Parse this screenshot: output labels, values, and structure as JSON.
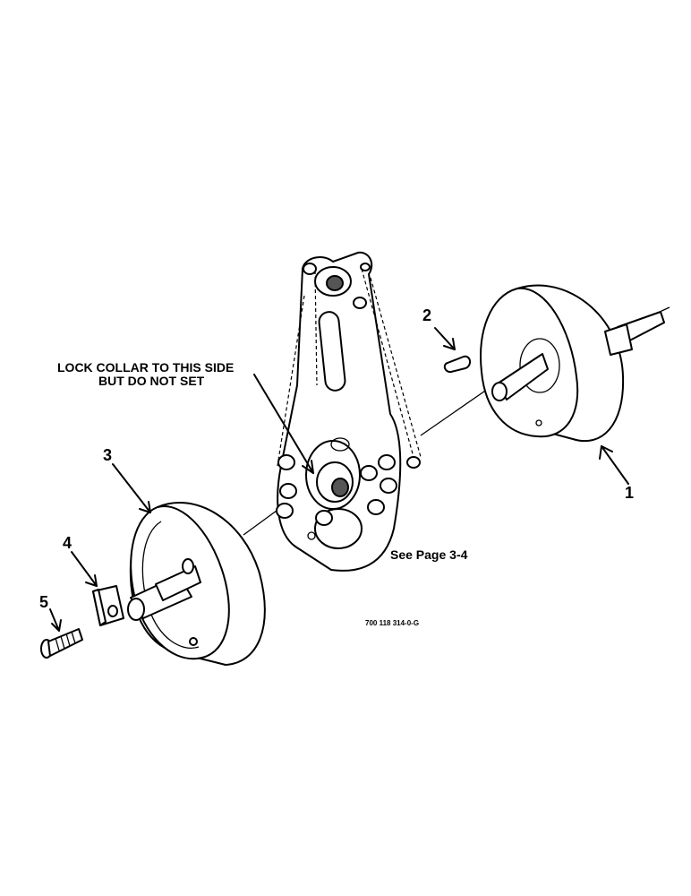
{
  "callouts": {
    "c1": "1",
    "c2": "2",
    "c3": "3",
    "c4": "4",
    "c5": "5"
  },
  "notes": {
    "lock_line1": "LOCK COLLAR TO THIS SIDE",
    "lock_line2": "BUT DO NOT SET",
    "see_page": "See Page 3-4",
    "part_number": "700 118 314-0-G"
  }
}
